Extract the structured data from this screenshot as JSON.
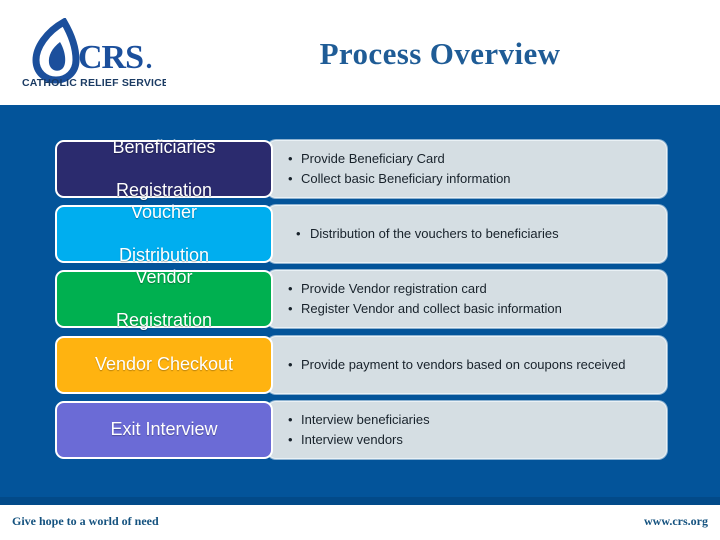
{
  "brand": {
    "logo_icon": "crs-drop-logo",
    "acronym": "CRS",
    "full_name": "CATHOLIC RELIEF SERVICES"
  },
  "header": {
    "title": "Process Overview"
  },
  "colors": {
    "band_blue": "#03549A",
    "title_blue": "#1F5C96",
    "panel_gray": "#D5DEE3",
    "step_navy": "#2B2B6E",
    "step_cyan": "#00AEEF",
    "step_green": "#00B050",
    "step_orange": "#FFB310",
    "step_purple": "#6B6BD6"
  },
  "process": {
    "steps": [
      {
        "label_line1": "Beneficiaries",
        "label_line2": "Registration",
        "color": "#2B2B6E",
        "bullets": [
          "Provide Beneficiary Card",
          "Collect basic Beneficiary information"
        ]
      },
      {
        "label_line1": "Voucher",
        "label_line2": "Distribution",
        "color": "#00AEEF",
        "bullets": [
          "Distribution of the vouchers to beneficiaries"
        ]
      },
      {
        "label_line1": "Vendor",
        "label_line2": "Registration",
        "color": "#00B050",
        "bullets": [
          "Provide Vendor registration card",
          "Register Vendor and collect basic information"
        ]
      },
      {
        "label_line1": "Vendor Checkout",
        "label_line2": "",
        "color": "#FFB310",
        "bullets": [
          "Provide payment to vendors based on coupons received"
        ]
      },
      {
        "label_line1": "Exit Interview",
        "label_line2": "",
        "color": "#6B6BD6",
        "bullets": [
          "Interview beneficiaries",
          "Interview vendors"
        ]
      }
    ]
  },
  "footer": {
    "tagline": "Give hope to a world of need",
    "website": "www.crs.org"
  }
}
